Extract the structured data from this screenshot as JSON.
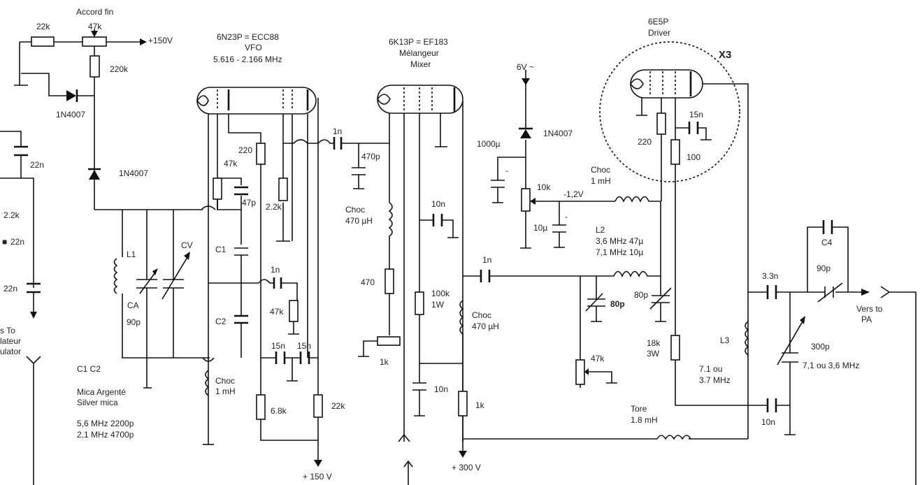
{
  "labels": {
    "accord_fin": "Accord fin",
    "r22k_top": "22k",
    "r47k_top": "47k",
    "plus150_top": "+150V",
    "r220k": "220k",
    "d1": "1N4007",
    "d2": "1N4007",
    "c22n_a": "22n",
    "r2k2_left": "2.2k",
    "c22n_b": "22n",
    "c22n_c": "22n",
    "left_to": "s To",
    "left_lateur": "lateur",
    "left_ulator": "ulator",
    "l1": "L1",
    "ca": "CA",
    "ca_val": "90p",
    "cv": "CV",
    "vfo_tube": "6N23P = ECC88",
    "vfo": "VFO",
    "vfo_range": "5.616 - 2.166 MHz",
    "r47k_fb": "47k",
    "c47p": "47p",
    "c1": "C1",
    "c2": "C2",
    "r220": "220",
    "r2k2": "2.2k",
    "c1n_a": "1n",
    "r47k_b": "47k",
    "c15n_a": "15n",
    "c15n_b": "15n",
    "r6k8": "6.8k",
    "r22k_b": "22k",
    "choc_1mh_l": "Choc",
    "choc_1mh_l2": "1 mH",
    "c1c2": "C1 C2",
    "mica1": "Mica Argenté",
    "mica2": "Silver mica",
    "mica_56": "5,6 MHz 2200p",
    "mica_21": "2,1 MHz 4700p",
    "plus150_bottom": "+ 150 V",
    "c1n_b": "1n",
    "c470p": "470p",
    "mix_tube": "6K13P = EF183",
    "melangeur": "Mélangeur",
    "mixer": "Mixer",
    "choc470_a": "Choc",
    "choc470_a2": "470 µH",
    "c10n_a": "10n",
    "r470": "470",
    "r1k_pot": "1k",
    "r100k": "100k",
    "r100k_w": "1W",
    "c10n_b": "10n",
    "c1n_c": "1n",
    "choc470_b": "Choc",
    "choc470_b2": "470 µH",
    "r1k_b": "1k",
    "plus300": "+ 300 V",
    "v6": "6V ~",
    "d3": "1N4007",
    "c1000u": "1000µ",
    "minus_a": "-",
    "r10k": "10k",
    "c10u": "10µ",
    "minus_b": "-",
    "v_neg": "-1,2V",
    "choc_1mh_r": "Choc",
    "choc_1mh_r2": "1 mH",
    "l2": "L2",
    "l2_a": "3,6 MHz 47µ",
    "l2_b": "7,1 MHz 10µ",
    "c80p_a": "80p",
    "c80p_b": "80p",
    "r47k_c": "47k",
    "r18k": "18k",
    "r18k_w": "3W",
    "tore": "Tore",
    "tore2": "1.8 mH",
    "driver_tube": "6E5P",
    "driver": "Driver",
    "x3": "X3",
    "r220_b": "220",
    "r100": "100",
    "c15n_c": "15n",
    "c3n3": "3.3n",
    "c4": "C4",
    "c90p": "90p",
    "vers": "Vers to",
    "pa": "PA",
    "l3": "L3",
    "l3_a": "7.1 ou",
    "l3_b": "3.7 MHz",
    "c300p": "300p",
    "c300p_f": "7,1 ou 3,6 MHz",
    "c10n_c": "10n"
  },
  "colors": {
    "ink": "#111111",
    "paper": "#ffffff"
  }
}
